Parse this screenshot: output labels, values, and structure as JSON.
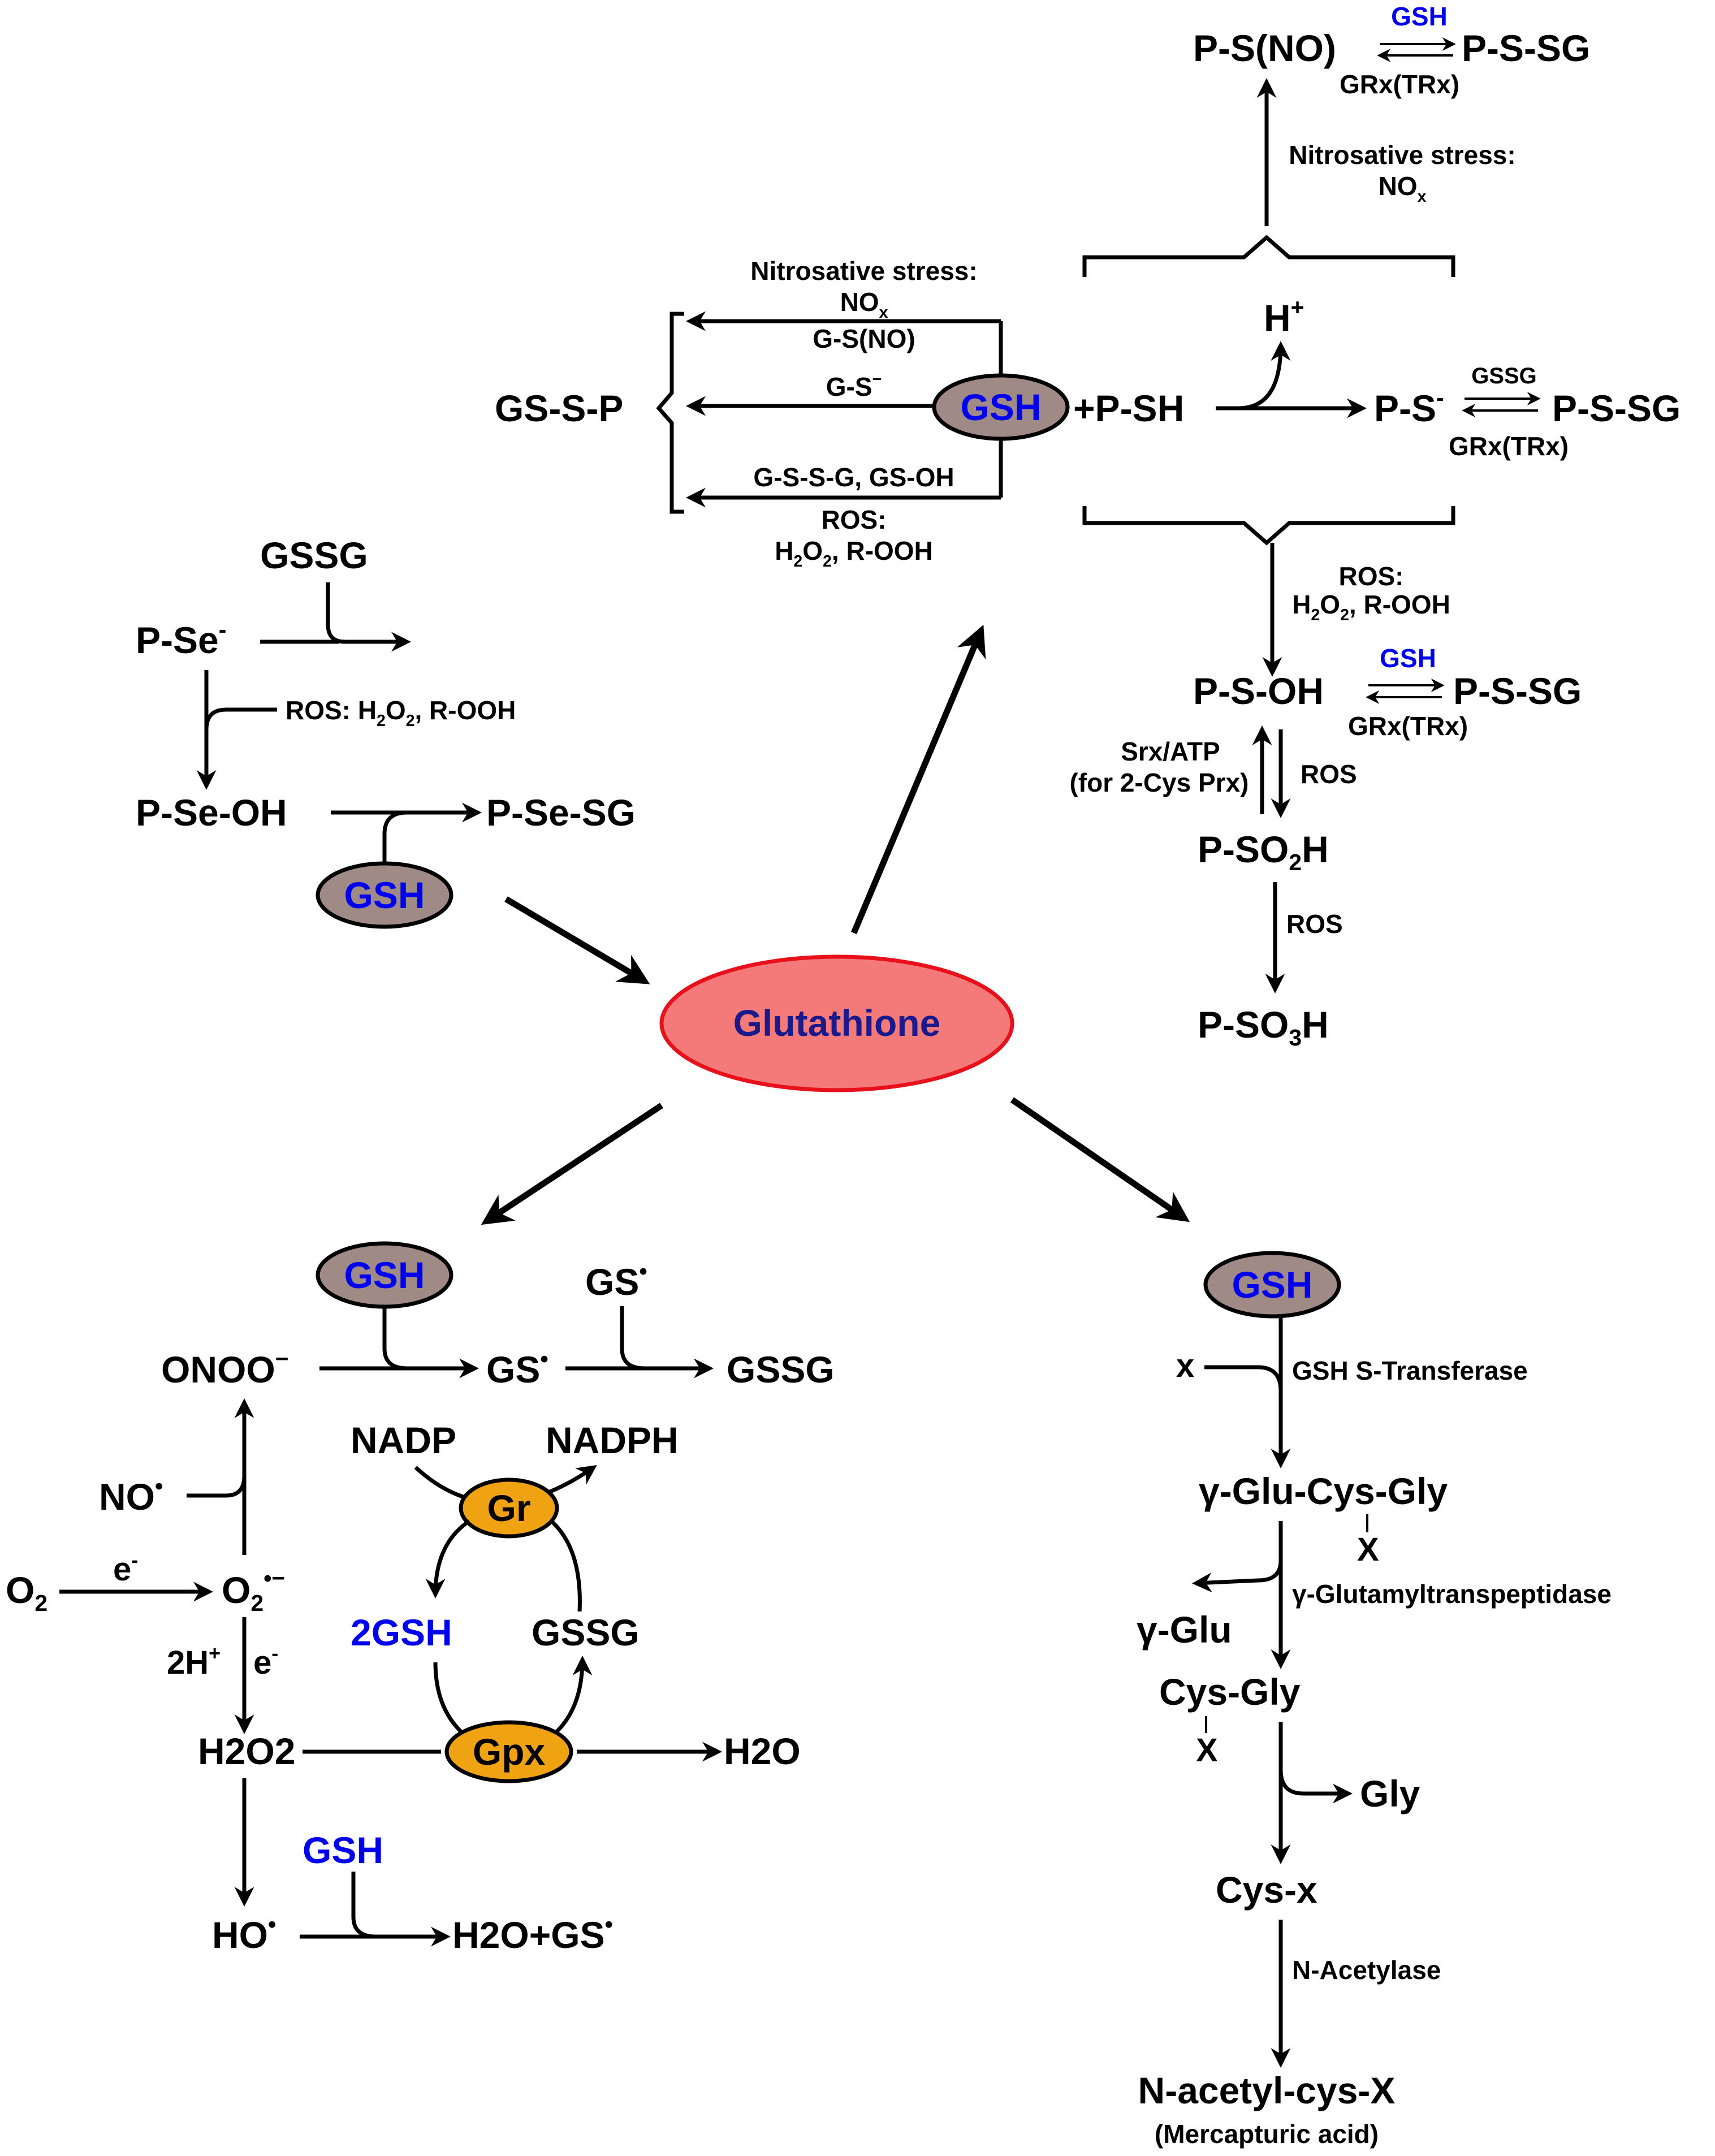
{
  "center": {
    "label": "Glutathione",
    "fill": "#f47a7a",
    "stroke": "#e8101a"
  },
  "colors": {
    "gsh_fill": "#a08a86",
    "enzyme_fill": "#f0a312",
    "gsh_text": "#0000ee",
    "label_text": "#1a1a8c"
  },
  "top_right": {
    "nitroso": {
      "left": "P-S(NO)",
      "right": "P-S-SG",
      "top_reagent": "GSH",
      "bottom_reagent": "GRx(TRx)"
    },
    "nitrosative_up": {
      "line1": "Nitrosative stress:",
      "no": "NO",
      "no_sub": "x"
    },
    "thiolate": {
      "left": "P-S",
      "left_sup": "-",
      "right": "P-S-SG",
      "top_reagent": "GSSG",
      "bottom_reagent": "GRx(TRx)"
    },
    "h_plus": {
      "text": "H",
      "sup": "+"
    },
    "ros_down": {
      "line1": "ROS:",
      "h2o2": "H",
      "h2o2_sub": "2",
      "o": "O",
      "o_sub": "2",
      "rest": ", R-OOH"
    },
    "sulfenic": {
      "left": "P-S-OH",
      "right": "P-S-SG",
      "top_reagent": "GSH",
      "bottom_reagent": "GRx(TRx)"
    },
    "srx": {
      "line1": "Srx/ATP",
      "line2": "(for 2-Cys Prx)",
      "ros": "ROS"
    },
    "sulfinic": {
      "text": "P-SO",
      "sub": "2",
      "tail": "H"
    },
    "ros2": "ROS",
    "sulfonic": {
      "text": "P-SO",
      "sub": "3",
      "tail": "H"
    }
  },
  "top_left": {
    "gssp": "GS-S-P",
    "gsh": "GSH",
    "psh": "+P-SH",
    "branch1": {
      "line1": "Nitrosative stress:",
      "no": "NO",
      "no_sub": "x",
      "label": "G-S(NO)"
    },
    "branch2": {
      "label": "G-S",
      "sup": "−"
    },
    "branch3": {
      "label": "G-S-S-G, GS-OH",
      "ros": "ROS:",
      "h": "H",
      "h_sub": "2",
      "o": "O",
      "o_sub": "2",
      "rest": ", R-OOH"
    }
  },
  "selenium": {
    "gssg": "GSSG",
    "pse": "P-Se",
    "pse_sup": "-",
    "ros": {
      "text": "ROS: H",
      "sub1": "2",
      "o": "O",
      "sub2": "2",
      "rest": ", R-OOH"
    },
    "pseoh": "P-Se-OH",
    "psesg": "P-Se-SG",
    "gsh": "GSH"
  },
  "bottom_left": {
    "gsh": "GSH",
    "onoo": "ONOO",
    "onoo_sup": "−",
    "gs_radical": "GS",
    "gs_dot": "•",
    "gs_radical_top": "GS",
    "gs_dot_top": "•",
    "gssg": "GSSG",
    "no": "NO",
    "no_dot": "•",
    "o2": "O",
    "o2_sub": "2",
    "e": "e",
    "e_sup": "-",
    "superoxide": "O",
    "superoxide_sub": "2",
    "superoxide_sup": "•−",
    "two_h": "2H",
    "two_h_sup": "+",
    "e2": "e",
    "e2_sup": "-",
    "h2o2": "H2O2",
    "nadp": "NADP",
    "nadph": "NADPH",
    "gr": "Gr",
    "two_gsh": "2GSH",
    "gssg2": "GSSG",
    "gpx": "Gpx",
    "h2o": "H2O",
    "gsh2": "GSH",
    "ho": "HO",
    "ho_dot": "•",
    "h2o_gs": "H2O+GS",
    "h2o_gs_dot": "•"
  },
  "bottom_right": {
    "gsh": "GSH",
    "x": "x",
    "transferase": "GSH S-Transferase",
    "gluCysGly": "γ-Glu-Cys-Gly",
    "x2": "X",
    "transpeptidase": "γ-Glutamyltranspeptidase",
    "glu": "γ-Glu",
    "cysGly": "Cys-Gly",
    "x3": "X",
    "gly": "Gly",
    "cysx": "Cys-x",
    "acetylase": "N-Acetylase",
    "nac": "N-acetyl-cys-X",
    "mercapturic": "(Mercapturic acid)"
  }
}
